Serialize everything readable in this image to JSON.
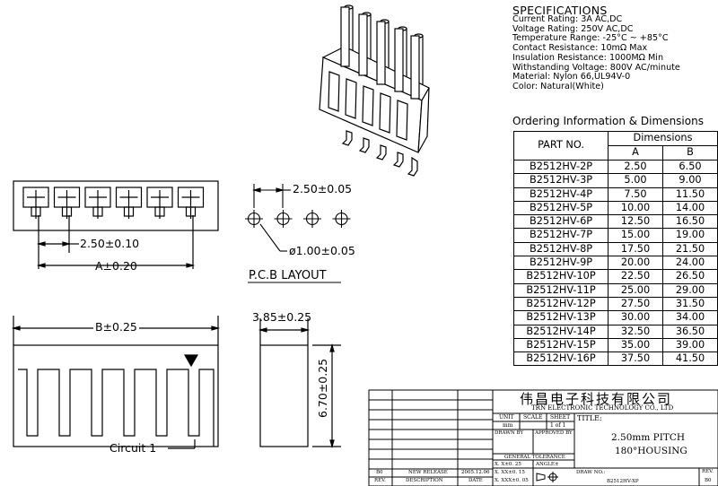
{
  "specifications": {
    "title": "SPECIFICATIONS",
    "lines": [
      "Current Rating: 3A AC,DC",
      "Voltage Rating: 250V AC,DC",
      "Temperature Range: -25°C ~ +85°C",
      "Contact Resistance: 10mΩ Max",
      "Insulation Resistance: 1000MΩ Min",
      "Withstanding Voltage: 800V AC/minute",
      "Material: Nylon 66,UL94V-0",
      "Color: Natural(White)"
    ]
  },
  "ordering": {
    "title": "Ordering Information & Dimensions",
    "headers": {
      "part": "PART NO.",
      "dims": "Dimensions",
      "a": "A",
      "b": "B"
    },
    "rows": [
      [
        "B2512HV-2P",
        "2.50",
        "6.50"
      ],
      [
        "B2512HV-3P",
        "5.00",
        "9.00"
      ],
      [
        "B2512HV-4P",
        "7.50",
        "11.50"
      ],
      [
        "B2512HV-5P",
        "10.00",
        "14.00"
      ],
      [
        "B2512HV-6P",
        "12.50",
        "16.50"
      ],
      [
        "B2512HV-7P",
        "15.00",
        "19.00"
      ],
      [
        "B2512HV-8P",
        "17.50",
        "21.50"
      ],
      [
        "B2512HV-9P",
        "20.00",
        "24.00"
      ],
      [
        "B2512HV-10P",
        "22.50",
        "26.50"
      ],
      [
        "B2512HV-11P",
        "25.00",
        "29.00"
      ],
      [
        "B2512HV-12P",
        "27.50",
        "31.50"
      ],
      [
        "B2512HV-13P",
        "30.00",
        "34.00"
      ],
      [
        "B2512HV-14P",
        "32.50",
        "36.50"
      ],
      [
        "B2512HV-15P",
        "35.00",
        "39.00"
      ],
      [
        "B2512HV-16P",
        "37.50",
        "41.50"
      ]
    ]
  },
  "dims": {
    "pitch_top": "2.50±0.10",
    "a_total": "A±0.20",
    "pcb_pitch": "2.50±0.05",
    "pcb_hole": "ø1.00±0.05",
    "pcb_layout": "P.C.B  LAYOUT",
    "b_total": "B±0.25",
    "side_width": "3.85±0.25",
    "side_height": "6.70±0.25",
    "circuit": "Circuit  1"
  },
  "title_block": {
    "company_cn": "伟昌电子科技有限公司",
    "company_en": "TRN ELECTRONIC TECHNOLOGY CO., LTD",
    "unit_label": "UNIT",
    "unit_value": "mm",
    "scale_label": "SCALE",
    "sheet_label": "SHEET",
    "sheet_value": "1 of 1",
    "title_label": "TITLE:",
    "title_line1": "2.50mm PITCH",
    "title_line2": "180°HOUSING",
    "drawn_by": "DRAWN BY",
    "approved_by": "APPROVED BY",
    "general_tolerance": "GENERAL TOLERANCE",
    "tol1": "X. X±0. 25",
    "tol2": "X. XX±0. 15",
    "tol3": "X. XXX±0. 05",
    "angle": "ANGLE±",
    "drawing_no_label": "DRAW NO.:",
    "drawing_no": "B2512HV-XP",
    "rev_label": "REV.",
    "rev_value": "B0",
    "rev_row_rev": "B0",
    "rev_row_desc": "NEW RELEASE",
    "rev_row_date": "2005.12.06",
    "col_rev": "REV.",
    "col_desc": "DESCRIPTION",
    "col_date": "DATE"
  }
}
